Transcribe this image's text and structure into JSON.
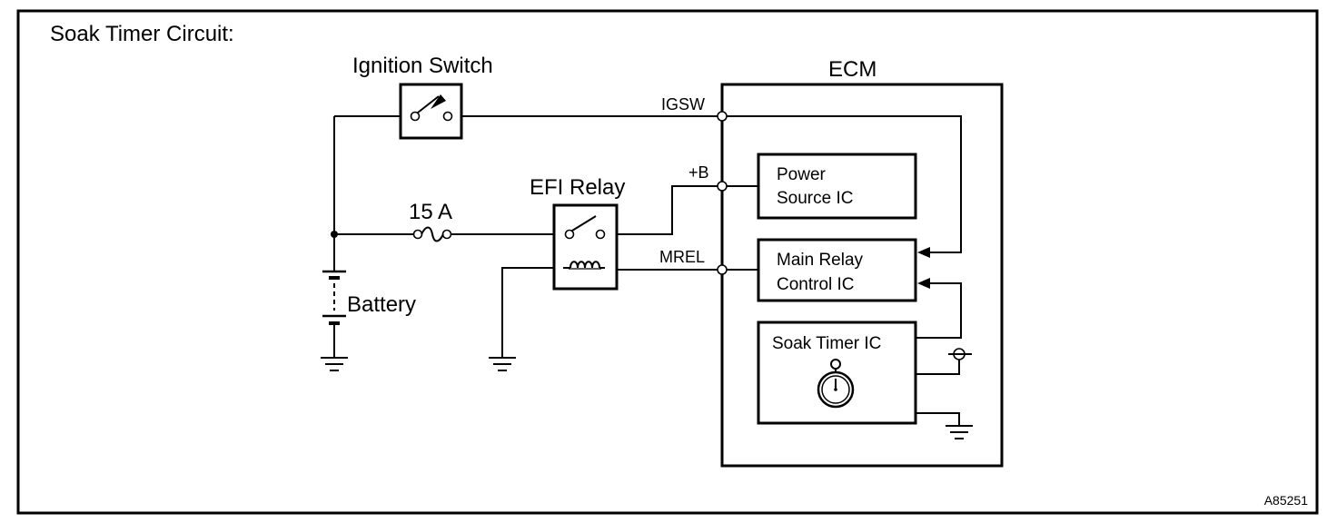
{
  "title": "Soak Timer Circuit:",
  "components": {
    "ignition_switch": "Ignition Switch",
    "efi_relay": "EFI Relay",
    "fuse": "15 A",
    "battery": "Battery",
    "ecm": "ECM"
  },
  "terminals": {
    "igsw": "IGSW",
    "b": "+B",
    "mrel": "MREL"
  },
  "ics": {
    "power_source": [
      "Power",
      "Source IC"
    ],
    "main_relay_control": [
      "Main Relay",
      "Control IC"
    ],
    "soak_timer": "Soak Timer IC"
  },
  "figure_id": "A85251"
}
